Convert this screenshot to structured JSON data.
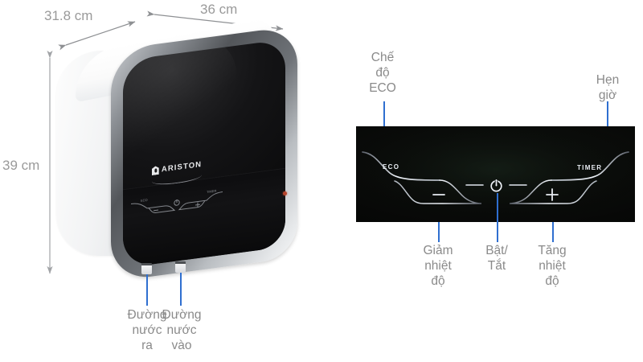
{
  "dimensions": {
    "depth": "31.8 cm",
    "width": "36 cm",
    "height": "39 cm"
  },
  "product": {
    "brand": "ARISTON",
    "brand_icon": "ariston-flame-shield-icon"
  },
  "pipes": [
    {
      "label": "Đường\nnước\nra",
      "name": "water-outlet"
    },
    {
      "label": "Đường\nnước\nvào",
      "name": "water-inlet"
    }
  ],
  "control_panel": {
    "eco_button_text": "ECO",
    "timer_button_text": "TIMER",
    "power_icon": "power-icon",
    "minus_icon": "minus-icon",
    "plus_icon": "plus-icon",
    "callouts": {
      "eco": "Chế\nđộ\nECO",
      "timer": "Hẹn\ngiờ",
      "decrease": "Giảm\nnhiệt\nđộ",
      "power": "Bật/\nTắt",
      "increase": "Tăng\nnhiệt\nđộ"
    }
  },
  "colors": {
    "leader_line": "#2f6fd0",
    "label_text": "#8a8a8a",
    "dimension_text": "#9a9a9a",
    "panel_background": "#060706",
    "panel_text": "#e8ecf2",
    "background": "#ffffff"
  }
}
